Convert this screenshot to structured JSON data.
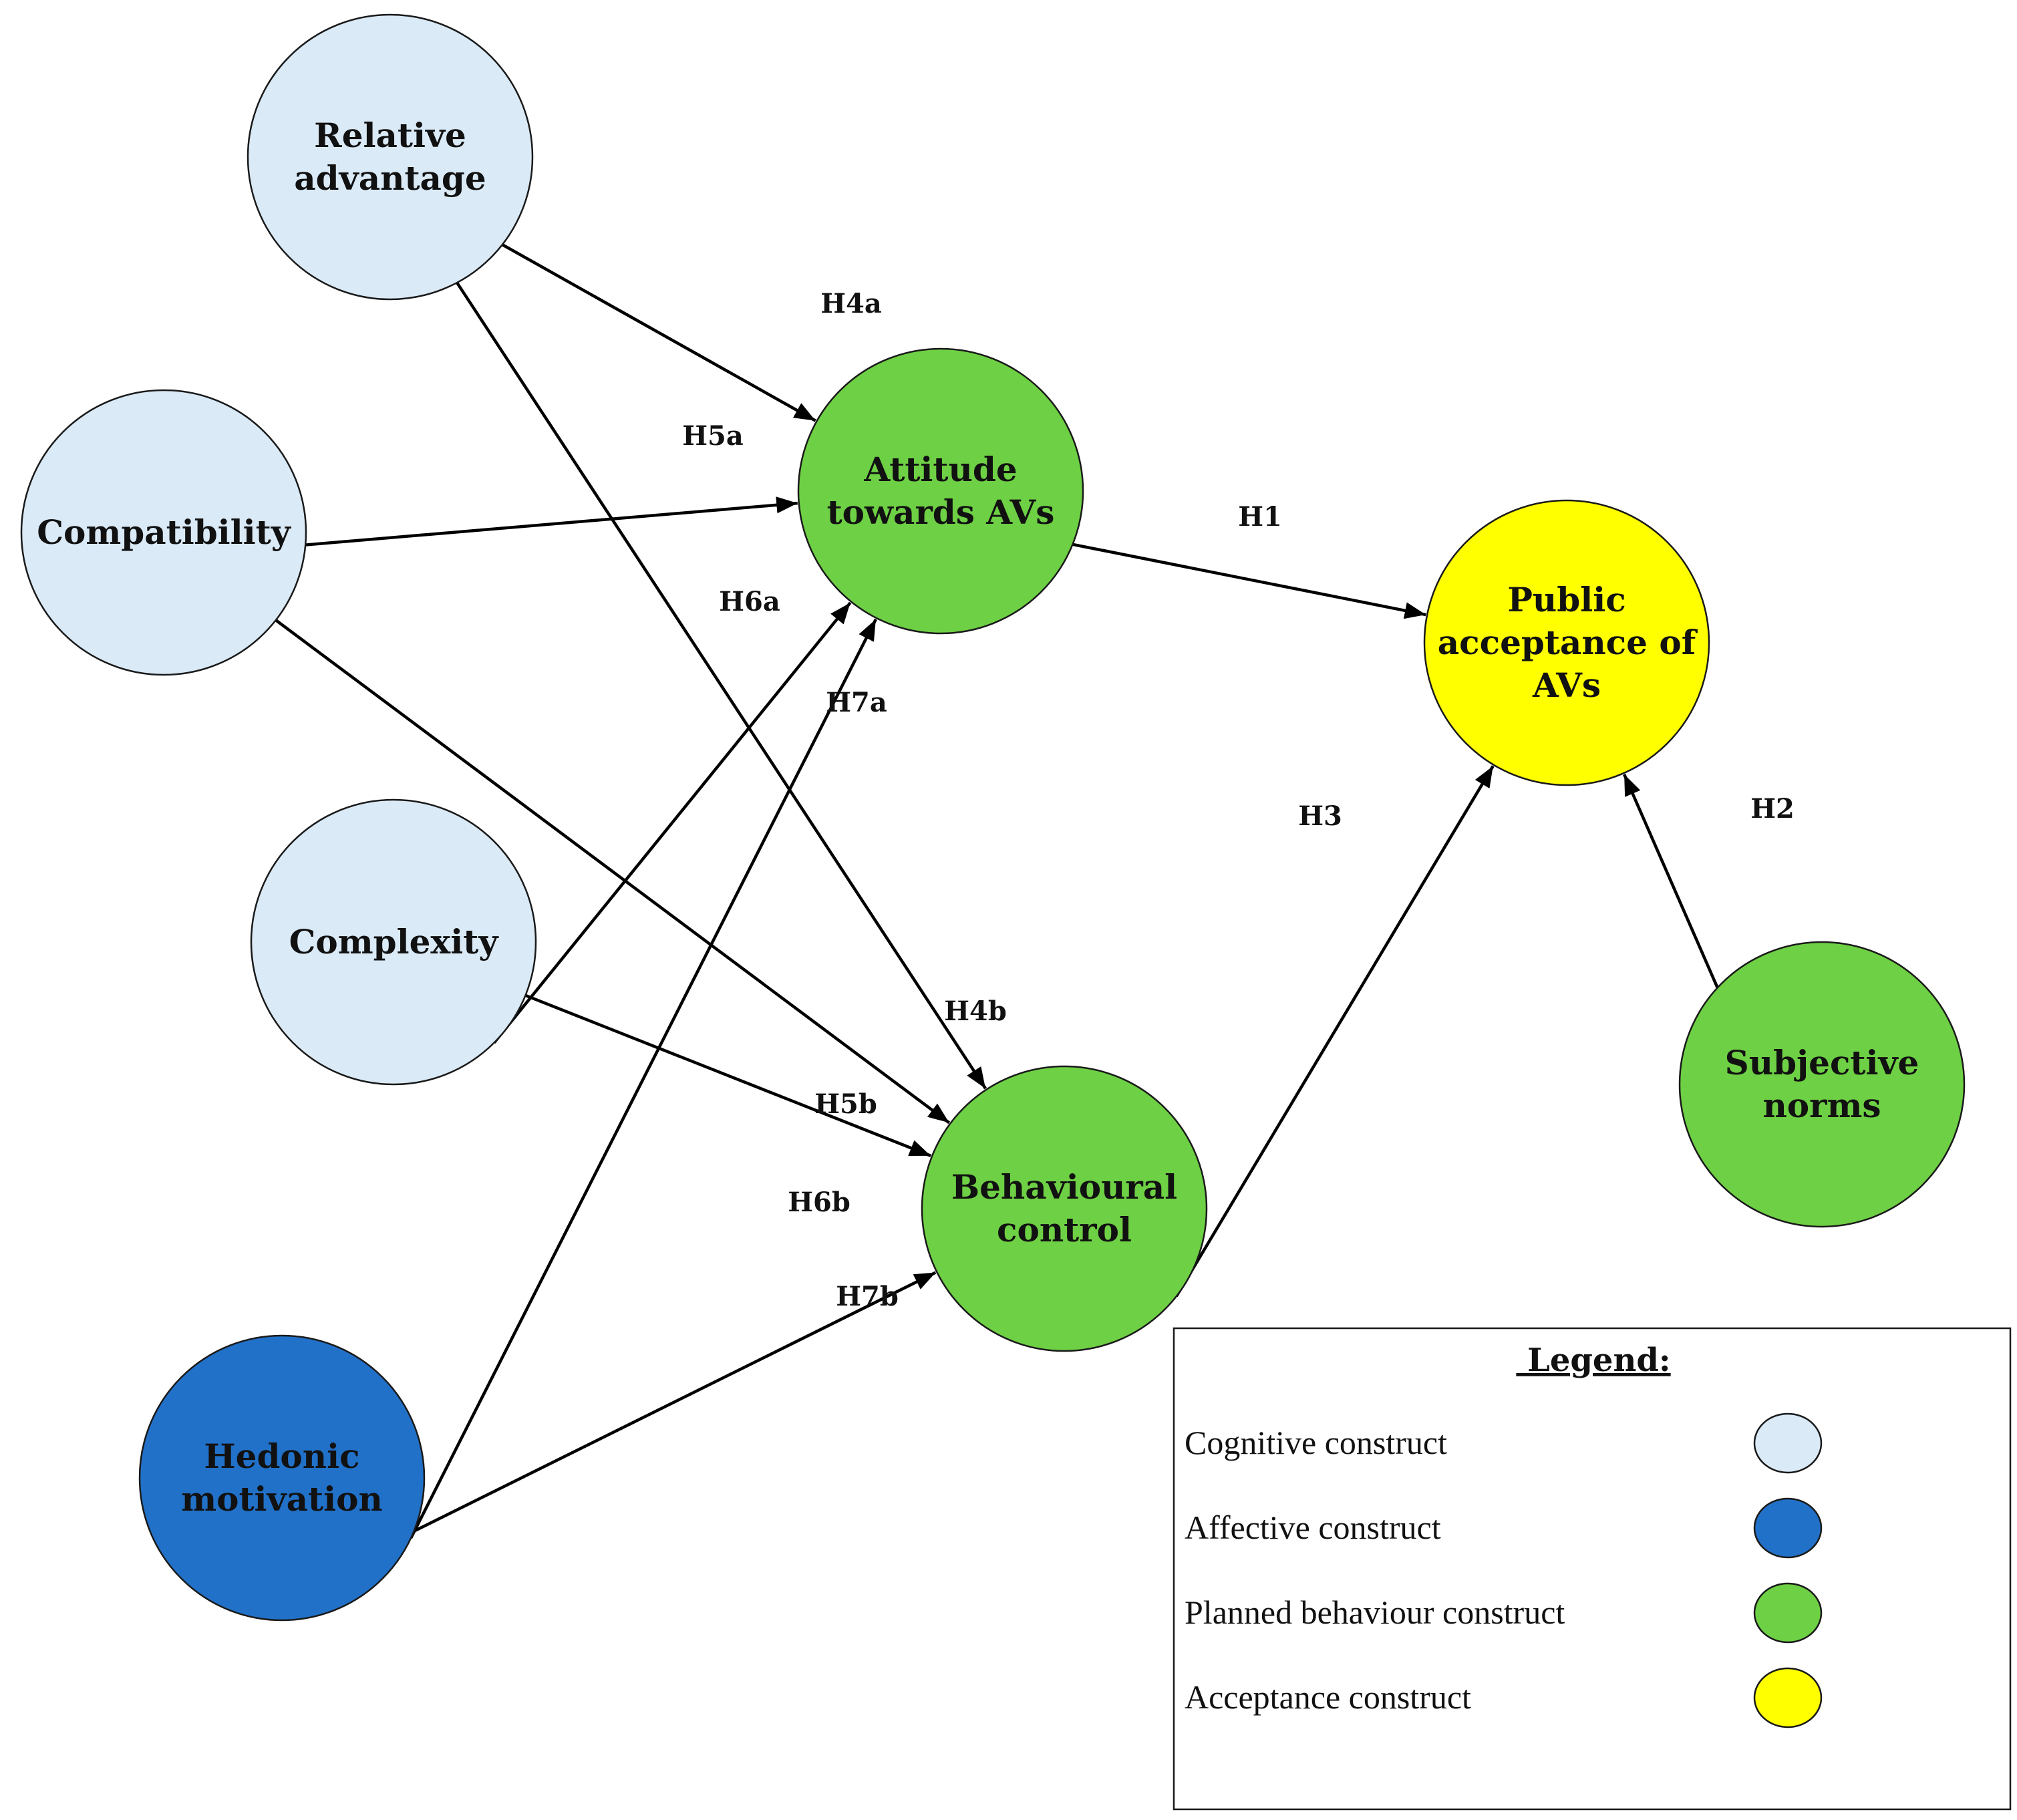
{
  "colors": {
    "cognitive": "#daeaf7",
    "affective": "#2271c8",
    "planned": "#6ed044",
    "acceptance": "#ffff00"
  },
  "nodes": {
    "relative_advantage": {
      "lines": [
        "Relative",
        "advantage"
      ],
      "category": "cognitive"
    },
    "compatibility": {
      "lines": [
        "Compatibility"
      ],
      "category": "cognitive"
    },
    "complexity": {
      "lines": [
        "Complexity"
      ],
      "category": "cognitive"
    },
    "hedonic_motivation": {
      "lines": [
        "Hedonic",
        "motivation"
      ],
      "category": "affective"
    },
    "attitude": {
      "lines": [
        "Attitude",
        "towards AVs"
      ],
      "category": "planned"
    },
    "behavioural_control": {
      "lines": [
        "Behavioural",
        "control"
      ],
      "category": "planned"
    },
    "subjective_norms": {
      "lines": [
        "Subjective",
        "norms"
      ],
      "category": "planned"
    },
    "public_acceptance": {
      "lines": [
        "Public",
        "acceptance of",
        "AVs"
      ],
      "category": "acceptance"
    }
  },
  "edges": [
    {
      "from": "relative_advantage",
      "to": "attitude",
      "label": "H4a"
    },
    {
      "from": "relative_advantage",
      "to": "behavioural_control",
      "label": "H4b"
    },
    {
      "from": "compatibility",
      "to": "attitude",
      "label": "H5a"
    },
    {
      "from": "compatibility",
      "to": "behavioural_control",
      "label": "H5b"
    },
    {
      "from": "complexity",
      "to": "attitude",
      "label": "H6a"
    },
    {
      "from": "complexity",
      "to": "behavioural_control",
      "label": "H6b"
    },
    {
      "from": "hedonic_motivation",
      "to": "attitude",
      "label": "H7a"
    },
    {
      "from": "hedonic_motivation",
      "to": "behavioural_control",
      "label": "H7b"
    },
    {
      "from": "attitude",
      "to": "public_acceptance",
      "label": "H1"
    },
    {
      "from": "subjective_norms",
      "to": "public_acceptance",
      "label": "H2"
    },
    {
      "from": "behavioural_control",
      "to": "public_acceptance",
      "label": "H3"
    }
  ],
  "legend": {
    "title": " Legend:",
    "items": [
      {
        "label": "Cognitive construct",
        "category": "cognitive"
      },
      {
        "label": "Affective construct",
        "category": "affective"
      },
      {
        "label": "Planned behaviour construct",
        "category": "planned"
      },
      {
        "label": "Acceptance construct",
        "category": "acceptance"
      }
    ]
  }
}
